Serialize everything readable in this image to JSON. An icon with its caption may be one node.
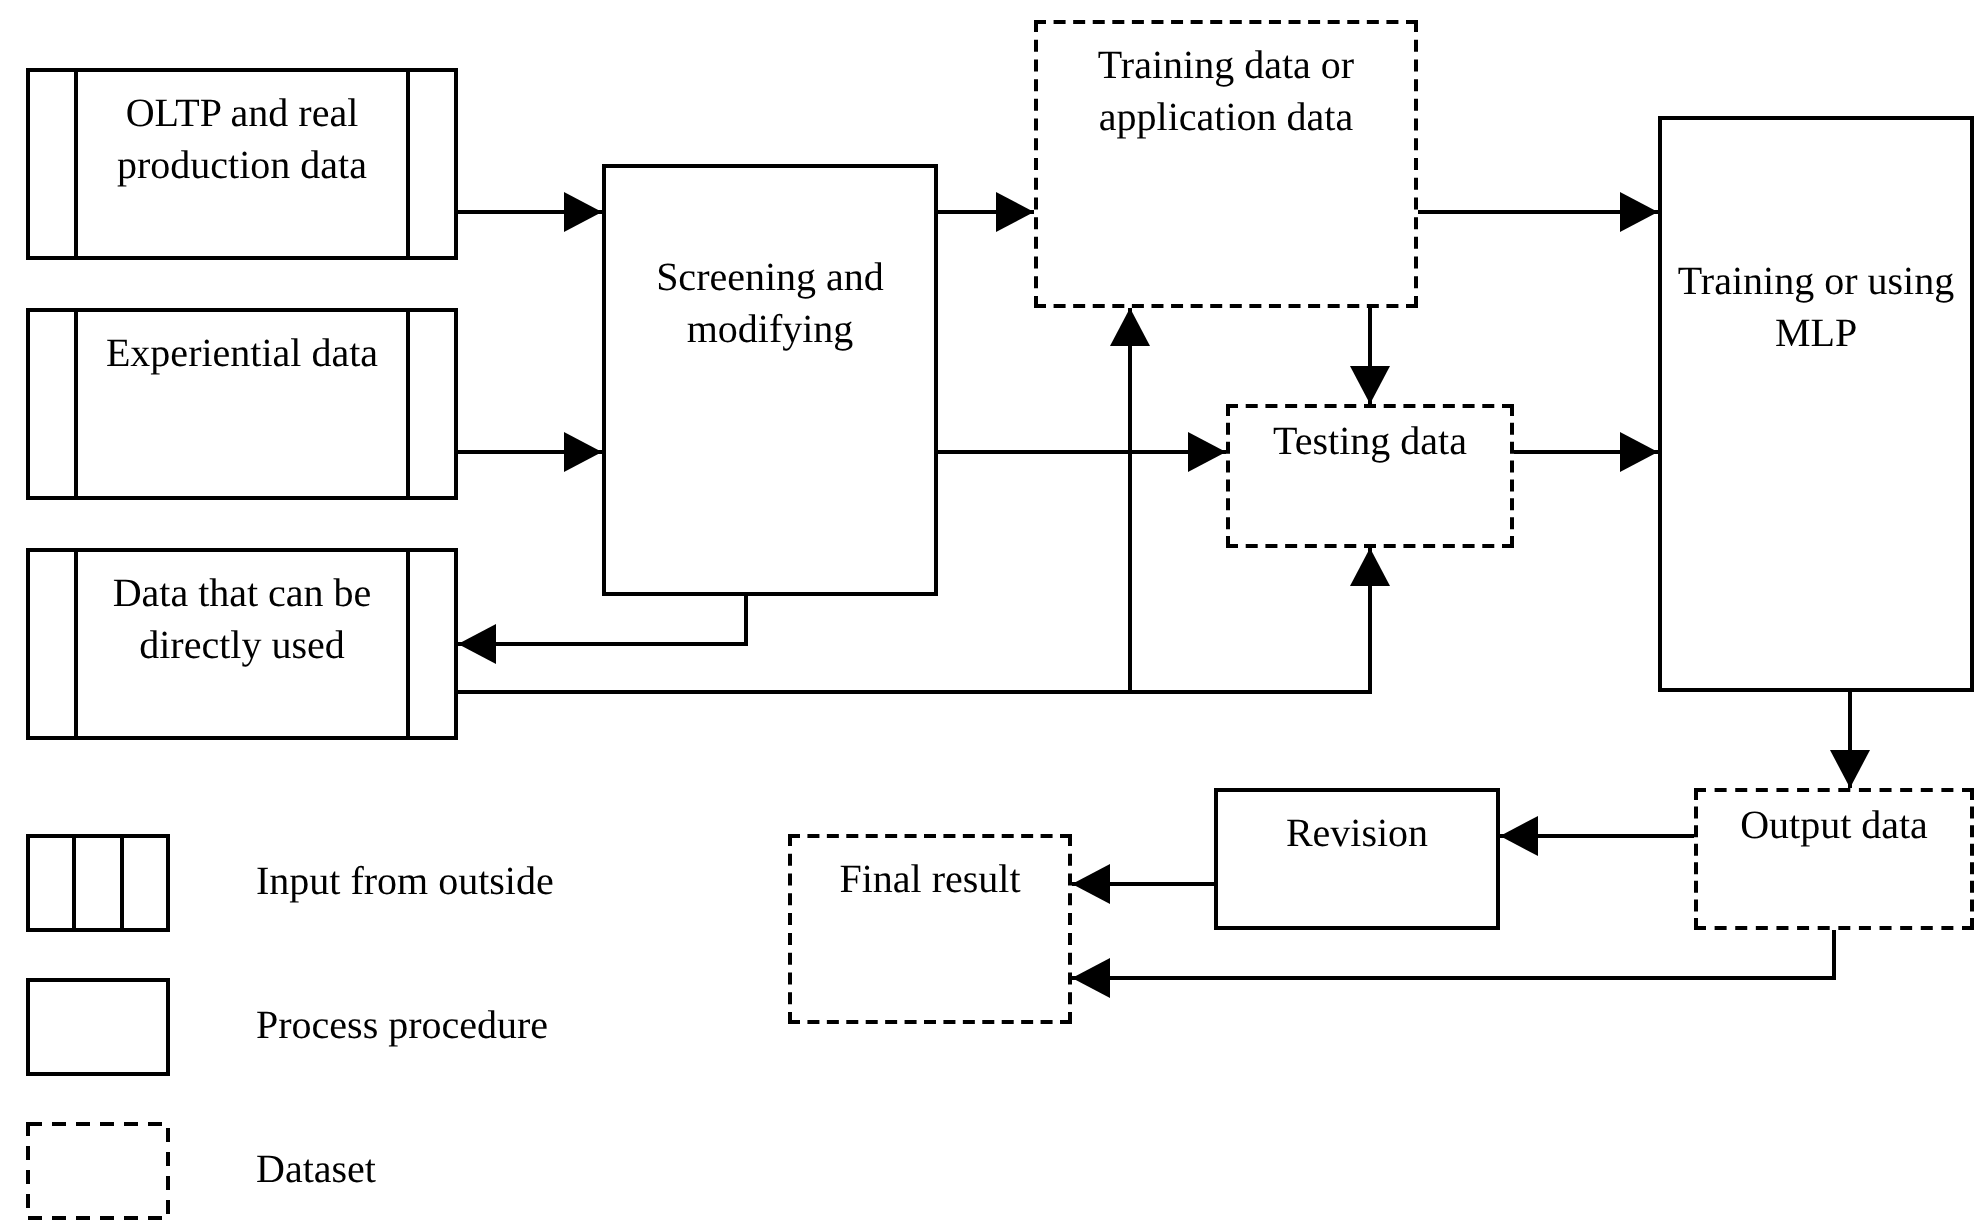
{
  "diagram": {
    "nodes": [
      {
        "text": [
          "OLTP and real production data"
        ]
      },
      {
        "text": [
          "Experiential data"
        ]
      },
      {
        "text": [
          "Data that can be directly used"
        ]
      },
      {
        "text": [
          "Screening and modifying"
        ]
      },
      {
        "text": [
          "Training data or application data"
        ]
      },
      {
        "text": [
          "Testing data"
        ]
      },
      {
        "text": [
          "Training or using MLP"
        ]
      },
      {
        "text": [
          "Output data"
        ]
      },
      {
        "text": [
          "Revision"
        ]
      },
      {
        "text": [
          "Final result"
        ]
      }
    ],
    "edges": [
      {
        "from": 0,
        "to": 3,
        "arrow": "to"
      },
      {
        "from": 1,
        "to": 3,
        "arrow": "to"
      },
      {
        "from": 3,
        "to": 2,
        "arrow": "to"
      },
      {
        "from": 3,
        "to": 4,
        "arrow": "to"
      },
      {
        "from": 3,
        "to": 5,
        "arrow": "to"
      },
      {
        "from": 2,
        "to": 4,
        "arrow": "to"
      },
      {
        "from": 2,
        "to": 5,
        "arrow": "to"
      },
      {
        "from": 4,
        "to": 5,
        "arrow": "to"
      },
      {
        "from": 4,
        "to": 6,
        "arrow": "to"
      },
      {
        "from": 5,
        "to": 6,
        "arrow": "to"
      },
      {
        "from": 6,
        "to": 7,
        "arrow": "to"
      },
      {
        "from": 7,
        "to": 8,
        "arrow": "to"
      },
      {
        "from": 8,
        "to": 9,
        "arrow": "to"
      },
      {
        "from": 7,
        "to": 9,
        "arrow": "to"
      }
    ],
    "legend": [
      {
        "text": "Input from outside"
      },
      {
        "text": "Process procedure"
      },
      {
        "text": "Dataset"
      }
    ]
  }
}
